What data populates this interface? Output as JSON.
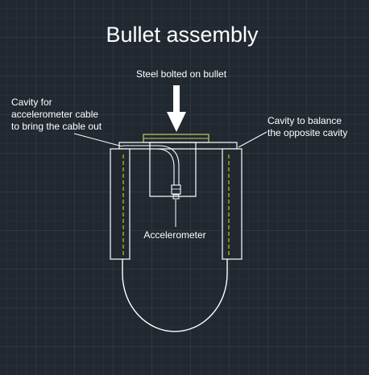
{
  "title": "Bullet assembly",
  "labels": {
    "steel": "Steel bolted on bullet",
    "cavity_left_line1": "Cavity for",
    "cavity_left_line2": "accelerometer cable",
    "cavity_left_line3": "to bring the cable out",
    "cavity_right_line1": "Cavity to balance",
    "cavity_right_line2": "the opposite cavity",
    "accelerometer": "Accelerometer"
  },
  "colors": {
    "background": "#212830",
    "grid_major": "#2e3742",
    "grid_minor": "#262e37",
    "outline": "#ffffff",
    "steel_plate": "#c8c86a",
    "cavity_line": "#e6e600"
  }
}
